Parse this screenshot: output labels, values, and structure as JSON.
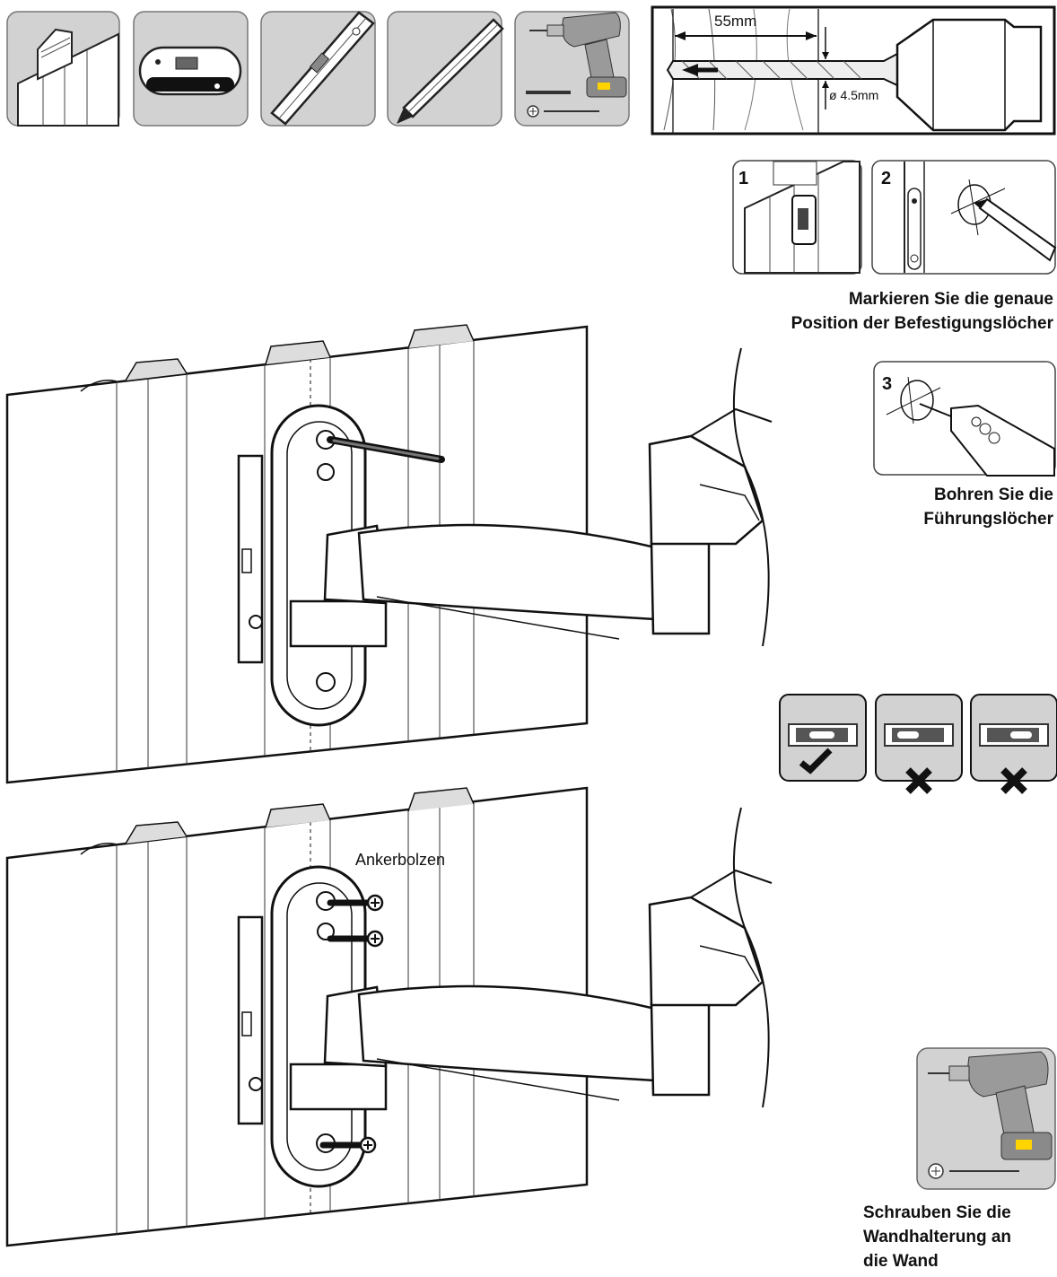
{
  "drill_detail": {
    "depth_label": "55mm",
    "diameter_label": "ø 4.5mm"
  },
  "steps": [
    {
      "number": "1"
    },
    {
      "number": "2"
    },
    {
      "number": "3"
    }
  ],
  "captions": {
    "mark_line1": "Markieren Sie die genaue",
    "mark_line2": "Position der Befestigungslöcher",
    "drill_line1": "Bohren Sie die",
    "drill_line2": "Führungslöcher",
    "screw_line1": "Schrauben Sie die",
    "screw_line2": "Wandhalterung an",
    "screw_line3": "die Wand"
  },
  "labels": {
    "anchor_bolts": "Ankerbolzen"
  },
  "icons": [
    "stud-wall-icon",
    "stud-finder-icon",
    "spirit-level-icon",
    "pencil-icon",
    "drill-driver-icon"
  ],
  "colors": {
    "panel_gray": "#d2d2d2",
    "line": "#1a1a1a",
    "drill_gray": "#9a9a9a"
  }
}
